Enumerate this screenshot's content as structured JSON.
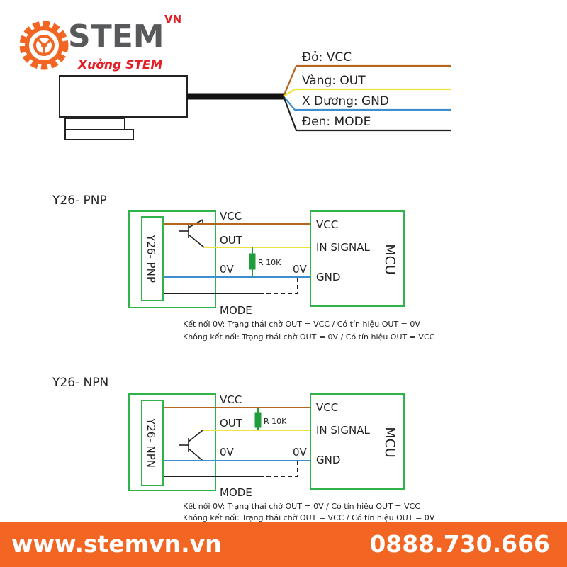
{
  "brand": {
    "name": "STEM",
    "superscript": "VN",
    "tagline": "Xưởng STEM",
    "colors": {
      "orange": "#f26522",
      "gray": "#58595b",
      "red": "#e31e24"
    }
  },
  "sensor_wiring": {
    "wires": [
      {
        "label": "Đỏ: VCC",
        "color": "#b5651d"
      },
      {
        "label": "Vàng: OUT",
        "color": "#f2e33a"
      },
      {
        "label": "X Dương: GND",
        "color": "#3b8fd1"
      },
      {
        "label": "Đen: MODE",
        "color": "#222222"
      }
    ]
  },
  "diagrams": [
    {
      "title": "Y26- PNP",
      "device_label": "Y26- PNP",
      "mcu_label": "MCU",
      "left_labels": {
        "vcc": "VCC",
        "out": "OUT",
        "zero_v": "0V",
        "mode": "MODE"
      },
      "resistor_label": "R 10K",
      "mid_0v": "0V",
      "mcu_pins": {
        "vcc": "VCC",
        "signal": "IN SIGNAL",
        "gnd": "GND"
      },
      "notes": [
        "Kết nối 0V: Trạng thái chờ OUT = VCC / Có tín hiệu OUT = 0V",
        "Không kết nối: Trạng thái chờ OUT = 0V / Có tín hiệu OUT = VCC"
      ]
    },
    {
      "title": "Y26- NPN",
      "device_label": "Y26- NPN",
      "mcu_label": "MCU",
      "left_labels": {
        "vcc": "VCC",
        "out": "OUT",
        "zero_v": "0V",
        "mode": "MODE"
      },
      "resistor_label": "R 10K",
      "mid_0v": "0V",
      "mcu_pins": {
        "vcc": "VCC",
        "signal": "IN SIGNAL",
        "gnd": "GND"
      },
      "notes": [
        "Kết nối 0V: Trạng thái chờ OUT = 0V / Có tín hiệu OUT = VCC",
        "Không kết nối: Trạng thái chờ OUT = VCC / Có tín hiệu OUT = 0V"
      ]
    }
  ],
  "footer": {
    "website": "www.stemvn.vn",
    "phone": "0888.730.666"
  },
  "colors": {
    "box_green": "#2fb34a",
    "resistor_green": "#1f9d3a",
    "wire_brown": "#b5651d",
    "wire_yellow": "#f2e33a",
    "wire_blue": "#3b8fd1",
    "wire_black": "#222222"
  }
}
